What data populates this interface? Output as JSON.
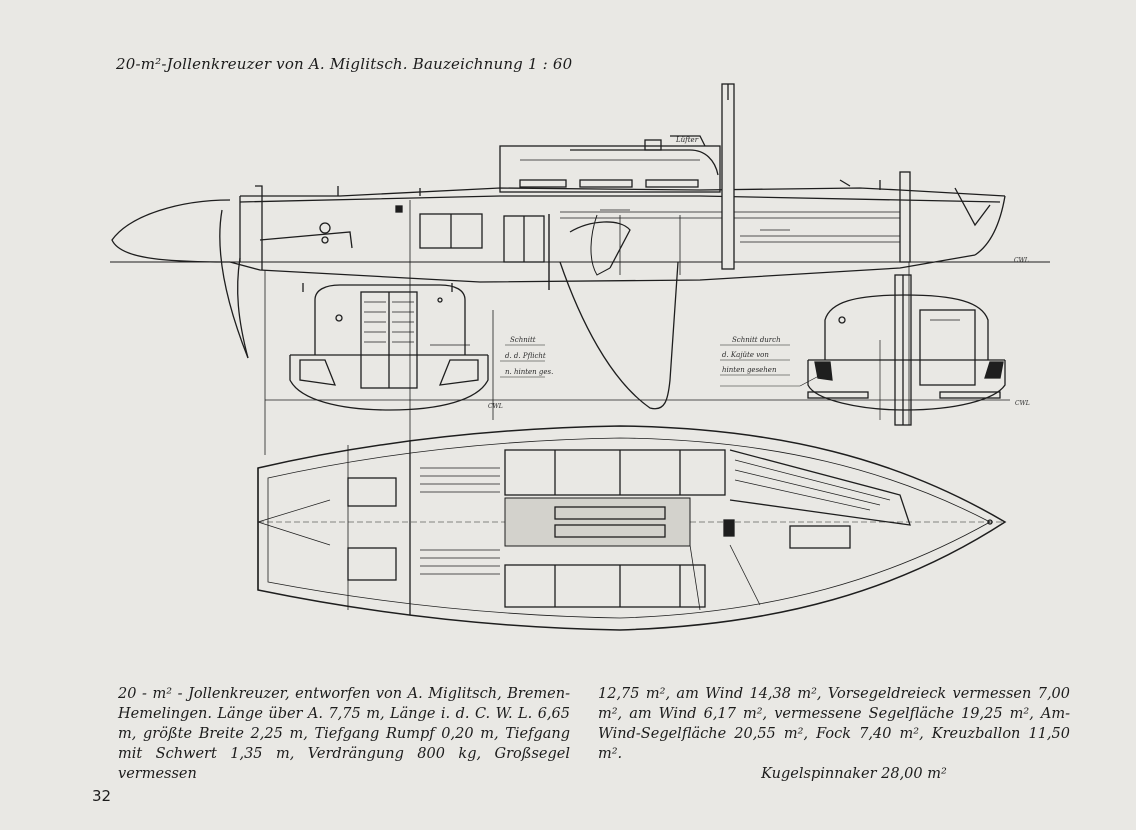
{
  "header": {
    "title": "20-m²-Jollenkreuzer von A. Miglitsch. Bauzeichnung 1 : 60"
  },
  "drawing": {
    "labels": {
      "luefter": "Lüfter",
      "schnitt_pflicht_1": "Schnitt",
      "schnitt_pflicht_2": "d. d. Pflicht",
      "schnitt_pflicht_3": "n. hinten ges.",
      "schnitt_kajuete_1": "Schnitt durch",
      "schnitt_kajuete_2": "d. Kajüte von",
      "schnitt_kajuete_3": "hinten gesehen",
      "cwl": "CWL"
    }
  },
  "caption": {
    "left": "20 - m² - Jollenkreuzer, entworfen von A. Miglitsch, Bremen-Hemelingen. Länge über A. 7,75 m, Länge i. d. C. W. L. 6,65 m, größte Breite 2,25 m, Tiefgang Rumpf 0,20 m, Tiefgang mit Schwert 1,35 m, Verdrängung 800 kg, Großsegel vermessen",
    "right_main": "12,75 m², am Wind 14,38 m², Vorsegeldreieck vermessen 7,00 m², am Wind 6,17 m², vermessene Segelfläche 19,25 m², Am-Wind-Segelfläche 20,55 m², Fock 7,40 m², Kreuzballon 11,50 m².",
    "right_last": "Kugelspinnaker 28,00 m²"
  },
  "page_number": "32"
}
